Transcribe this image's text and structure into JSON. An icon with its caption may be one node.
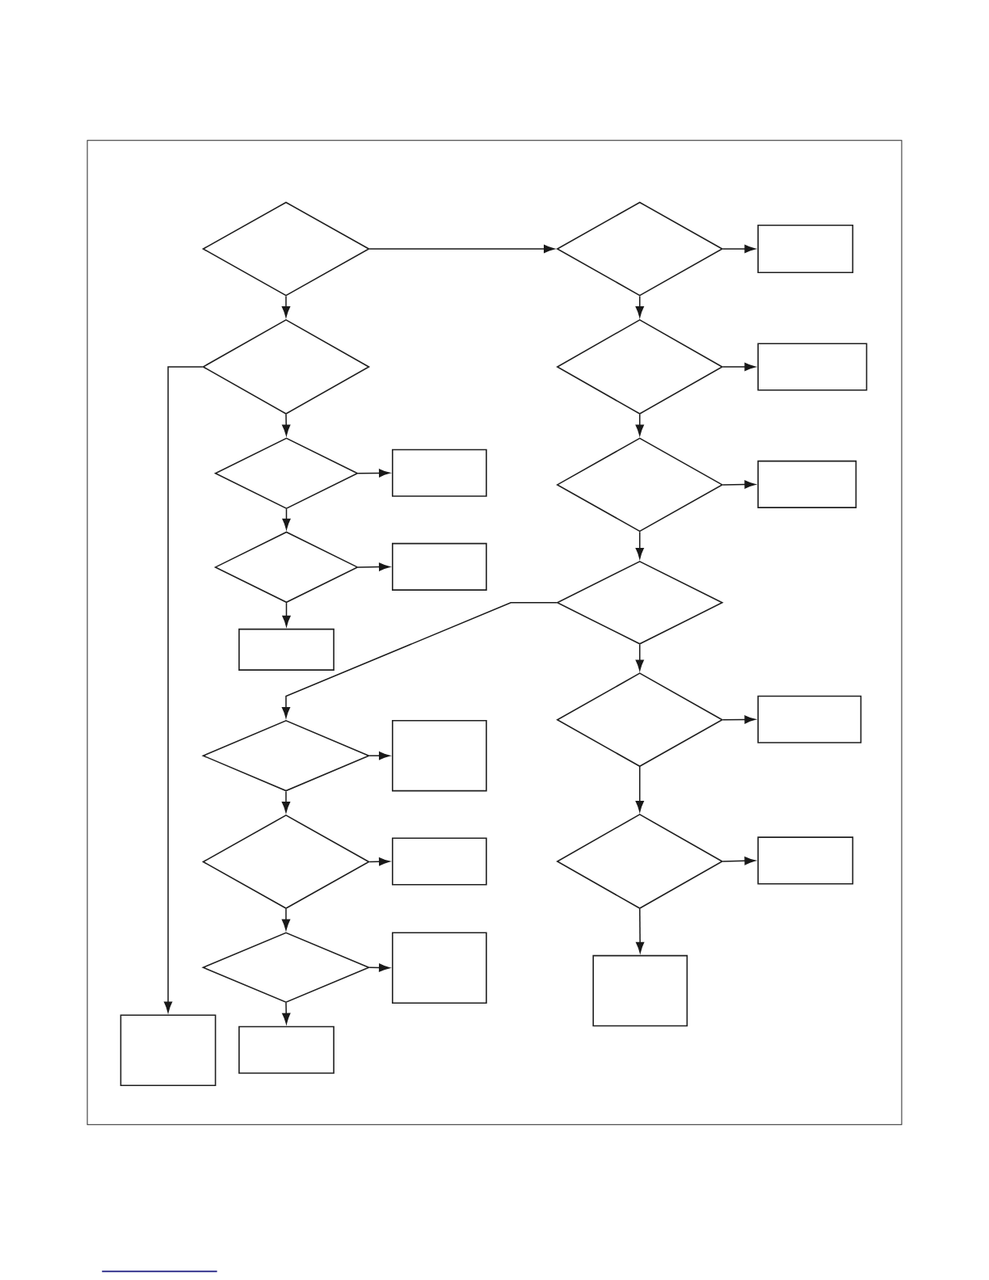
{
  "diagram": {
    "nodes": [
      {
        "text": [],
        "shape": "diamond"
      },
      {
        "text": [],
        "shape": "diamond"
      },
      {
        "text": [],
        "shape": "box"
      },
      {
        "text": [],
        "shape": "diamond"
      },
      {
        "text": [],
        "shape": "diamond"
      },
      {
        "text": [],
        "shape": "box"
      },
      {
        "text": [],
        "shape": "diamond"
      },
      {
        "text": [],
        "shape": "box"
      },
      {
        "text": [],
        "shape": "diamond"
      },
      {
        "text": [],
        "shape": "box"
      },
      {
        "text": [],
        "shape": "diamond"
      },
      {
        "text": [],
        "shape": "box"
      },
      {
        "text": [],
        "shape": "diamond"
      },
      {
        "text": [],
        "shape": "box"
      },
      {
        "text": [],
        "shape": "diamond"
      },
      {
        "text": [],
        "shape": "box"
      },
      {
        "text": [],
        "shape": "diamond"
      },
      {
        "text": [],
        "shape": "box"
      },
      {
        "text": [],
        "shape": "diamond"
      },
      {
        "text": [],
        "shape": "box"
      },
      {
        "text": [],
        "shape": "diamond"
      },
      {
        "text": [],
        "shape": "box"
      },
      {
        "text": [],
        "shape": "diamond"
      },
      {
        "text": [],
        "shape": "box"
      },
      {
        "text": [],
        "shape": "box"
      },
      {
        "text": [],
        "shape": "box"
      },
      {
        "text": [],
        "shape": "box"
      }
    ],
    "edges": [
      {
        "from": 0,
        "to": 3,
        "arrow": "to"
      },
      {
        "from": 0,
        "to": 1,
        "arrow": "to"
      },
      {
        "from": 1,
        "to": 2,
        "arrow": "to"
      },
      {
        "from": 1,
        "to": 4,
        "arrow": "to"
      },
      {
        "from": 3,
        "to": 6,
        "arrow": "to"
      },
      {
        "from": 3,
        "to": 25,
        "arrow": "to"
      },
      {
        "from": 4,
        "to": 5,
        "arrow": "to"
      },
      {
        "from": 4,
        "to": 8,
        "arrow": "to"
      },
      {
        "from": 6,
        "to": 7,
        "arrow": "to"
      },
      {
        "from": 6,
        "to": 10,
        "arrow": "to"
      },
      {
        "from": 8,
        "to": 9,
        "arrow": "to"
      },
      {
        "from": 8,
        "to": 12,
        "arrow": "to"
      },
      {
        "from": 10,
        "to": 11,
        "arrow": "to"
      },
      {
        "from": 10,
        "to": 13,
        "arrow": "to"
      },
      {
        "from": 12,
        "to": 16,
        "arrow": "to"
      },
      {
        "from": 12,
        "to": 14,
        "arrow": "to"
      },
      {
        "from": 14,
        "to": 15,
        "arrow": "to"
      },
      {
        "from": 14,
        "to": 18,
        "arrow": "to"
      },
      {
        "from": 16,
        "to": 17,
        "arrow": "to"
      },
      {
        "from": 16,
        "to": 20,
        "arrow": "to"
      },
      {
        "from": 18,
        "to": 19,
        "arrow": "to"
      },
      {
        "from": 18,
        "to": 22,
        "arrow": "to"
      },
      {
        "from": 20,
        "to": 21,
        "arrow": "to"
      },
      {
        "from": 20,
        "to": 24,
        "arrow": "to"
      },
      {
        "from": 22,
        "to": 23,
        "arrow": "to"
      },
      {
        "from": 22,
        "to": 26,
        "arrow": "to"
      }
    ]
  }
}
